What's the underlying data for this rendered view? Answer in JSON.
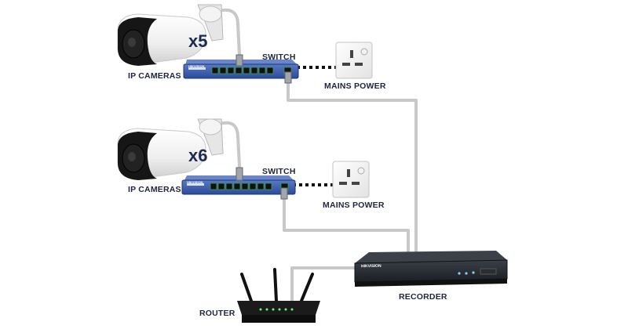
{
  "diagram": {
    "groups": [
      {
        "camera_label": "IP CAMERAS",
        "quantity": "x5",
        "switch_label": "SWITCH",
        "power_label": "MAINS POWER",
        "switch_brand": "HIKVISION"
      },
      {
        "camera_label": "IP CAMERAS",
        "quantity": "x6",
        "switch_label": "SWITCH",
        "power_label": "MAINS POWER",
        "switch_brand": "HIKVISION"
      }
    ],
    "recorder": {
      "label": "RECORDER",
      "brand": "HIKVISION"
    },
    "router": {
      "label": "ROUTER"
    }
  },
  "colors": {
    "cable": "#c8c8c8",
    "switch_body": "#2f4f9e",
    "recorder_body": "#1e2127",
    "label_text": "#1f2440"
  }
}
